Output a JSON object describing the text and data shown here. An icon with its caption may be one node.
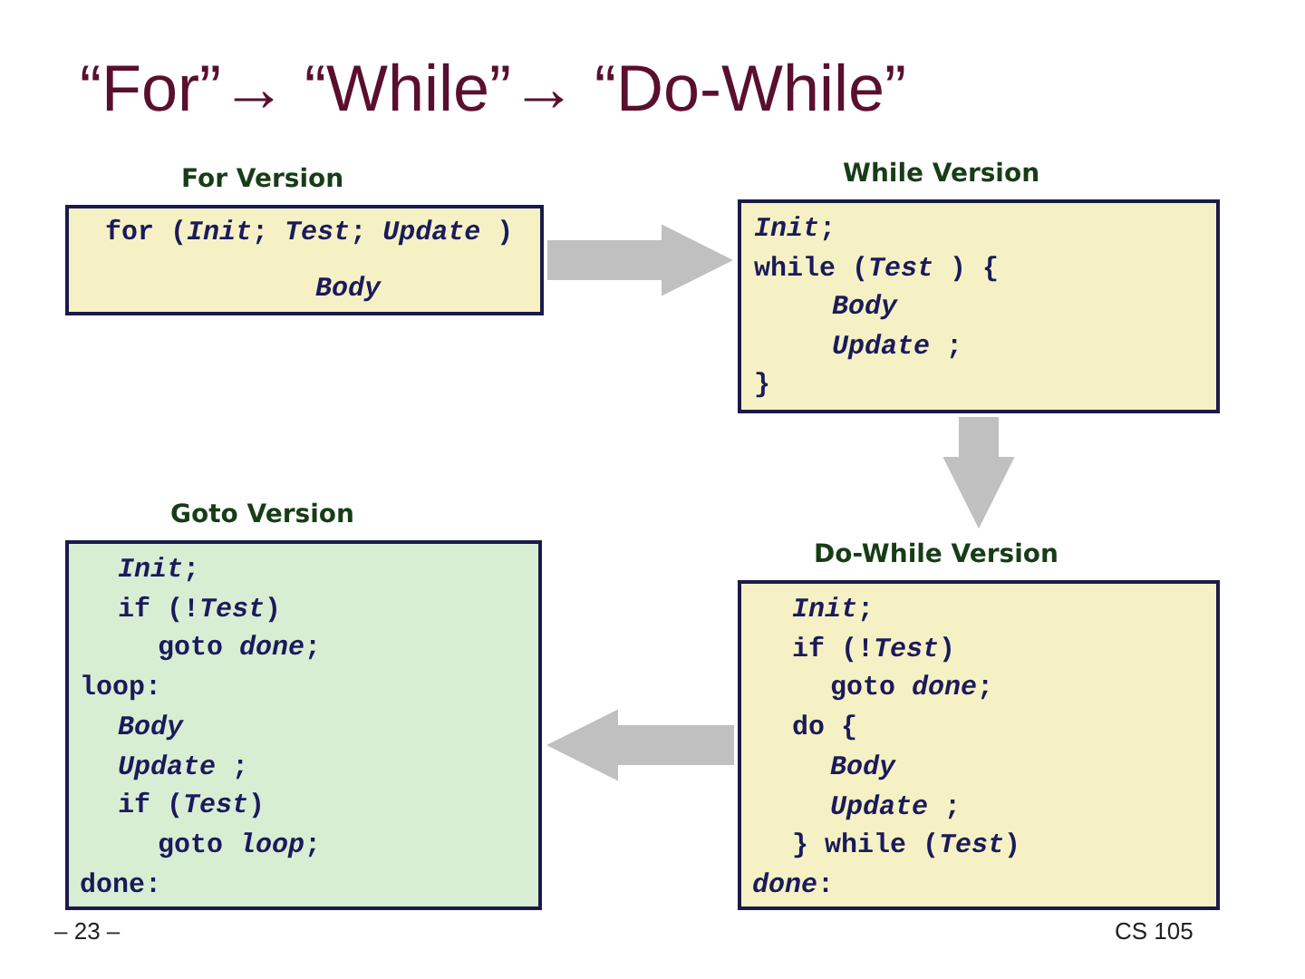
{
  "diagram": {
    "title": "“For”→ “While”→ “Do-While”",
    "nodes": [
      {
        "text": [
          "For Version",
          "for (*Init*; *Test*; *Update* )",
          "*Body*"
        ]
      },
      {
        "text": [
          "While Version",
          "*Init*;",
          "while (*Test* ) {",
          "*Body*",
          "*Update* ;",
          "}"
        ]
      },
      {
        "text": [
          "Goto Version",
          "*Init*;",
          "if (!*Test*)",
          "goto *done*;",
          "loop:",
          "*Body*",
          "*Update* ;",
          "if (*Test*)",
          "goto *loop*;",
          "done:"
        ]
      },
      {
        "text": [
          "Do-While Version",
          "*Init*;",
          "if (!*Test*)",
          "goto *done*;",
          "do {",
          "*Body*",
          "*Update* ;",
          "} while (*Test*)",
          "*done*:"
        ]
      }
    ],
    "edges": [
      {
        "from": 0,
        "to": 1,
        "arrow": "to"
      },
      {
        "from": 1,
        "to": 3,
        "arrow": "to"
      },
      {
        "from": 3,
        "to": 2,
        "arrow": "to"
      }
    ],
    "labels": [
      "– 23 –",
      "CS 105"
    ]
  }
}
